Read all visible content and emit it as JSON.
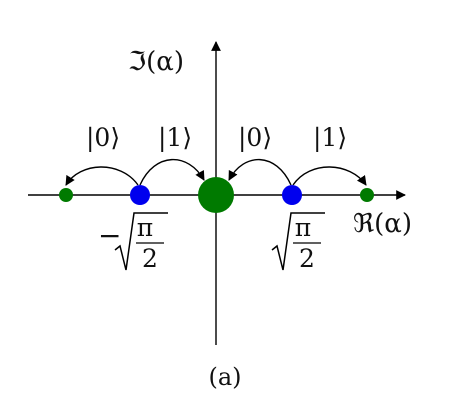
{
  "diagram": {
    "imag_axis_label": "ℑ(α)",
    "real_axis_label": "ℜ(α)",
    "kets": {
      "left_zero": "|0⟩",
      "left_one": "|1⟩",
      "right_zero": "|0⟩",
      "right_one": "|1⟩"
    },
    "negative_point_label": {
      "sign": "−",
      "numerator": "π",
      "denominator": "2"
    },
    "positive_point_label": {
      "numerator": "π",
      "denominator": "2"
    },
    "caption": "(a)",
    "colors": {
      "axes": "#000000",
      "blue_point": "#0000ee",
      "green_point": "#007a00",
      "arrow": "#000000"
    }
  }
}
